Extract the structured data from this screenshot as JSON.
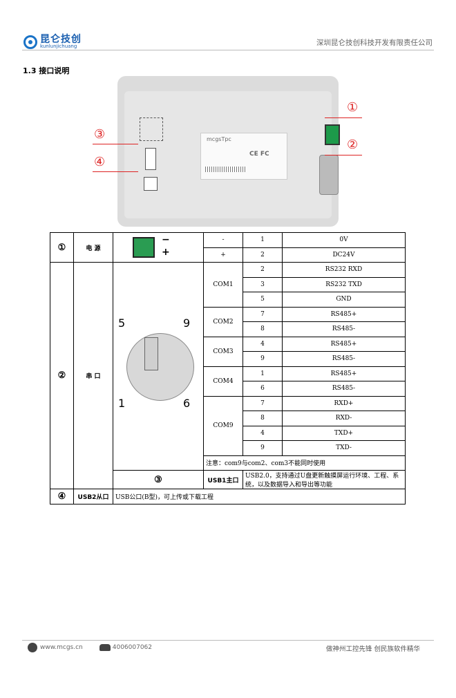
{
  "header": {
    "logo_cn": "昆仑技创",
    "logo_en": "kunlunjichuang",
    "company": "深圳昆仑技创科技开发有限责任公司"
  },
  "section": {
    "title": "1.3 接口说明"
  },
  "photo": {
    "label_brand": "mcgsTpc",
    "label_ce": "CE FC",
    "callouts": [
      "①",
      "②",
      "③",
      "④"
    ]
  },
  "table": {
    "rows": [
      {
        "num": "①",
        "name": "电 源"
      },
      {
        "num": "②",
        "name": "串 口"
      },
      {
        "num": "③",
        "name": "USB1主口",
        "desc": "USB2.0，支持通过U盘更新触摸屏运行环境、工程、系统，以及数据导入和导出等功能"
      },
      {
        "num": "④",
        "name": "USB2从口",
        "desc": "USB公口(B型)，可上传或下载工程"
      }
    ],
    "power": [
      {
        "sign": "-",
        "pin": "1",
        "signal": "0V"
      },
      {
        "sign": "+",
        "pin": "2",
        "signal": "DC24V"
      }
    ],
    "power_marks": {
      "minus": "−",
      "plus": "+"
    },
    "serial": [
      {
        "port": "COM1",
        "pins": [
          [
            "2",
            "RS232 RXD"
          ],
          [
            "3",
            "RS232 TXD"
          ],
          [
            "5",
            "GND"
          ]
        ]
      },
      {
        "port": "COM2",
        "pins": [
          [
            "7",
            "RS485+"
          ],
          [
            "8",
            "RS485-"
          ]
        ]
      },
      {
        "port": "COM3",
        "pins": [
          [
            "4",
            "RS485+"
          ],
          [
            "9",
            "RS485-"
          ]
        ]
      },
      {
        "port": "COM4",
        "pins": [
          [
            "1",
            "RS485+"
          ],
          [
            "6",
            "RS485-"
          ]
        ]
      },
      {
        "port": "COM9",
        "pins": [
          [
            "7",
            "RXD+"
          ],
          [
            "8",
            "RXD-"
          ],
          [
            "4",
            "TXD+"
          ],
          [
            "9",
            "TXD-"
          ]
        ]
      }
    ],
    "db9_labels": {
      "tl": "5",
      "tr": "9",
      "bl": "1",
      "br": "6"
    },
    "note": "注意：com9与com2、com3不能同时使用"
  },
  "footer": {
    "website": "www.mcgs.cn",
    "phone": "4006007062",
    "slogan": "做神州工控先锋 创民族软件精华"
  }
}
